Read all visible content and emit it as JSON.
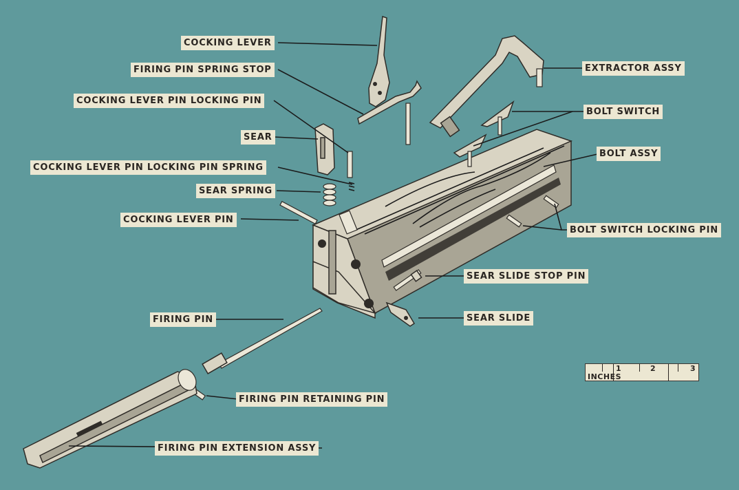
{
  "labels": {
    "cocking_lever": "COCKING LEVER",
    "firing_pin_spring_stop": "FIRING PIN SPRING STOP",
    "cocking_lever_pin_locking_pin": "COCKING LEVER PIN LOCKING PIN",
    "sear": "SEAR",
    "cocking_lever_pin_locking_pin_spring": "COCKING LEVER PIN LOCKING PIN SPRING",
    "sear_spring": "SEAR SPRING",
    "cocking_lever_pin": "COCKING LEVER PIN",
    "firing_pin": "FIRING PIN",
    "firing_pin_retaining_pin": "FIRING PIN RETAINING PIN",
    "firing_pin_extension_assy": "FIRING PIN EXTENSION ASSY",
    "extractor_assy": "EXTRACTOR ASSY",
    "bolt_switch": "BOLT SWITCH",
    "bolt_assy": "BOLT ASSY",
    "bolt_switch_locking_pin": "BOLT SWITCH LOCKING PIN",
    "sear_slide_stop_pin": "SEAR SLIDE STOP PIN",
    "sear_slide": "SEAR SLIDE"
  },
  "scale": {
    "unit": "INCHES",
    "marks": [
      "1",
      "2",
      "3"
    ]
  },
  "colors": {
    "background": "#5f9a9c",
    "label_background": "#ece7d2",
    "ink": "#1b1b1b",
    "metal": "#d9d4c3"
  }
}
